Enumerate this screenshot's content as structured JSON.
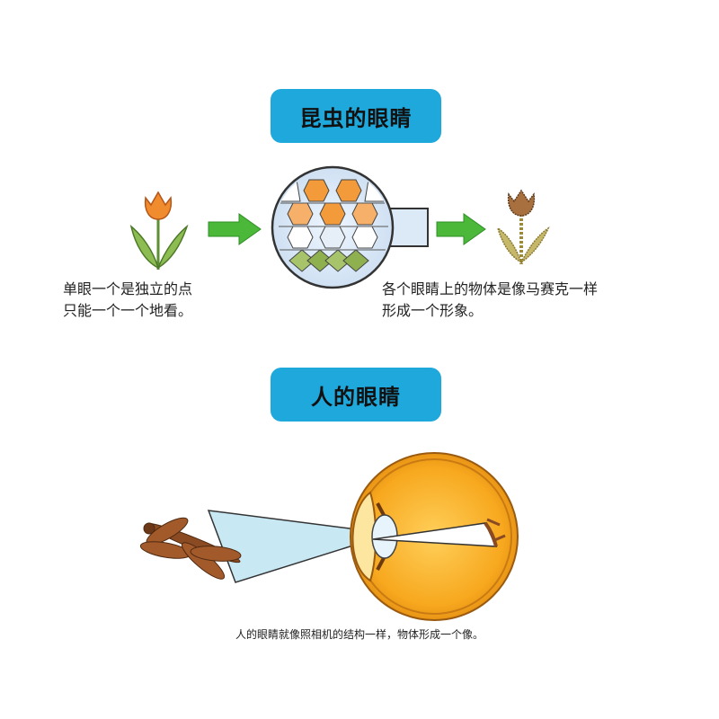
{
  "insect": {
    "title": "昆虫的眼睛",
    "simple_eye_caption": [
      "单眼一个是独立的点",
      "只能一个一个地看。"
    ],
    "compound_eye_caption": [
      "各个眼睛上的物体是像马赛克一样",
      "形成一个形象。"
    ]
  },
  "human": {
    "title": "人的眼睛",
    "caption": "人的眼睛就像照相机的结构一样，物体形成一个像。"
  },
  "colors": {
    "title_bg": "#1fa8dc",
    "arrow": "#4cb83a",
    "tulip_petal": "#f08b2e",
    "leaf": "#7cae45",
    "mosaic_tulip": "#9a6a3a",
    "eyeball": "#f7b028",
    "light_cone": "#c8e8f4",
    "dragonfly": "#8a4a22"
  },
  "icons": [
    "tulip-icon",
    "arrow-right-icon",
    "compound-eye-icon",
    "mosaic-tulip-icon",
    "dragonfly-icon",
    "eyeball-icon"
  ]
}
